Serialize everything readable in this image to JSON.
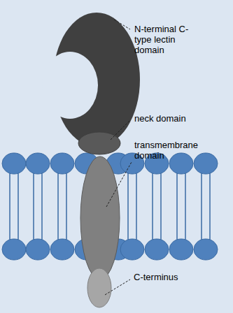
{
  "diagram": {
    "labels": [
      "N-terminal C-type lectin domain",
      "neck domain",
      "transmembrane domain",
      "C-terminus"
    ]
  }
}
